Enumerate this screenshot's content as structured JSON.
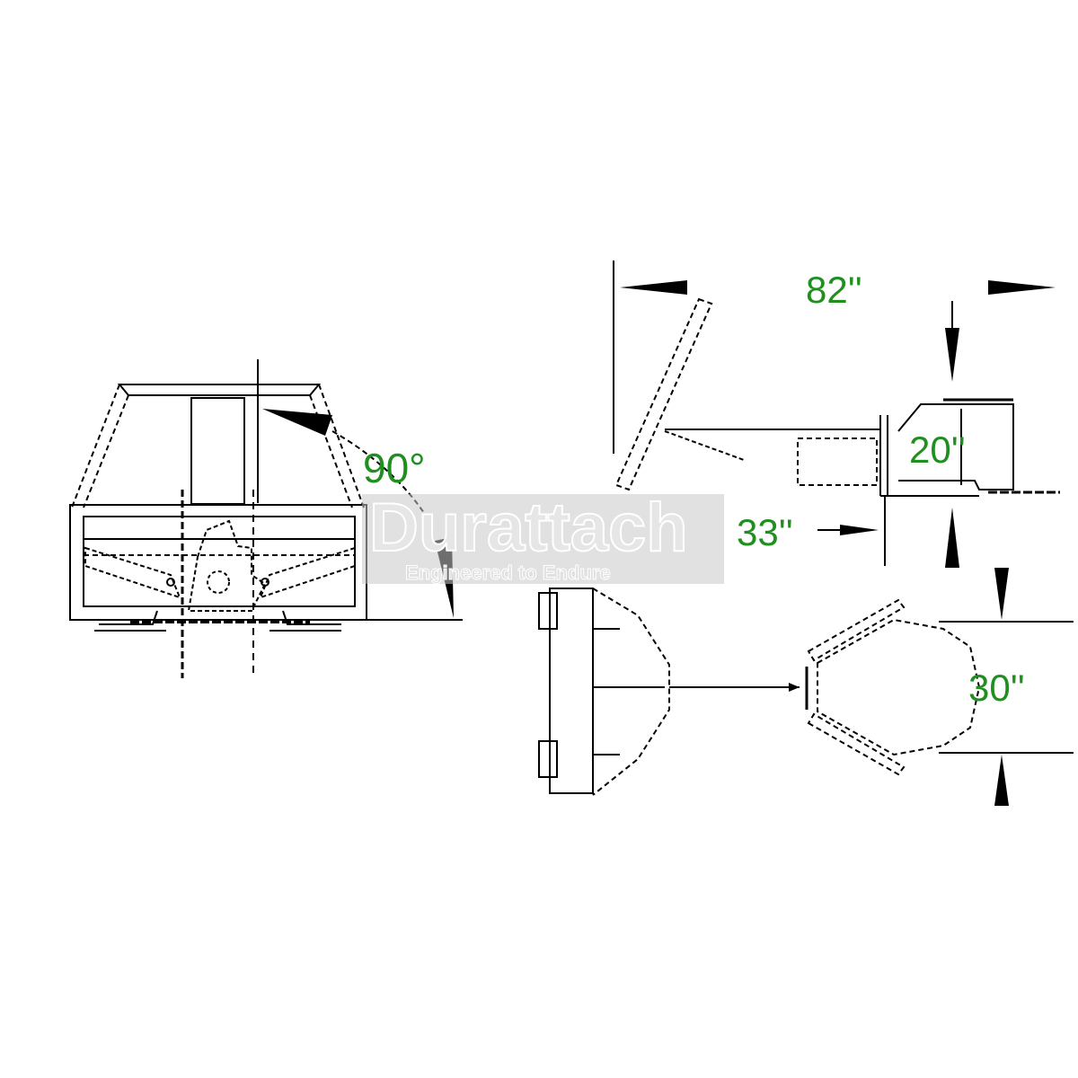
{
  "dimensions": {
    "tilt_angle": "90°",
    "overall_width": "82''",
    "height": "20''",
    "depth": "33''",
    "bucket_opening": "30''"
  },
  "watermark": {
    "brand": "Durattach",
    "tagline": "Engineered to Endure"
  },
  "colors": {
    "dimension_text": "#1f8f1f",
    "line": "#000000"
  }
}
